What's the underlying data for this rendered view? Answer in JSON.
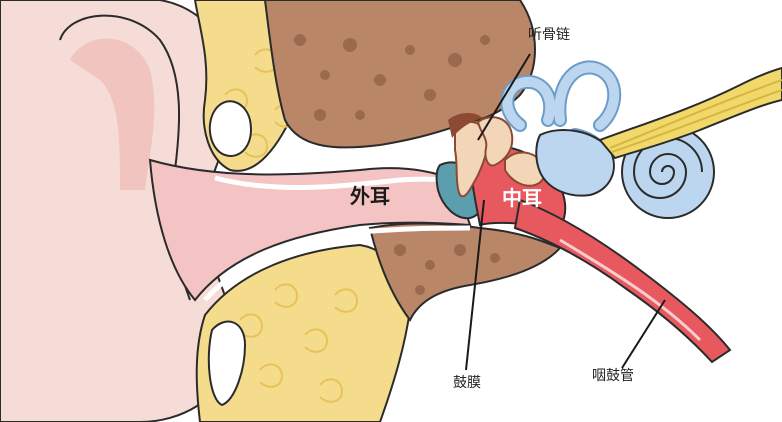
{
  "labels": {
    "ossicles": "听骨链",
    "outer_ear": "外耳",
    "middle_ear": "中耳",
    "eardrum": "鼓膜",
    "eustachian_tube": "咽鼓管"
  },
  "colors": {
    "outline": "#2b2b2b",
    "skin": "#f6dcd6",
    "skin_dark": "#f0b9b5",
    "canal": "#f4c3c3",
    "bone": "#b98768",
    "bone_spot": "#9a6a4e",
    "fat": "#f5dc8c",
    "fat_outline": "#e7c25b",
    "eardrum": "#5b9fae",
    "ossicles": "#f3d6b8",
    "ossicles_dark": "#8c4a32",
    "cochlea": "#bcd6f0",
    "cochlea_outline": "#6d9cc8",
    "nerve": "#f0d86a",
    "tube": "#e8595f",
    "outer_ear_text": "#1a1a1a",
    "middle_ear_text": "#ffffff"
  }
}
